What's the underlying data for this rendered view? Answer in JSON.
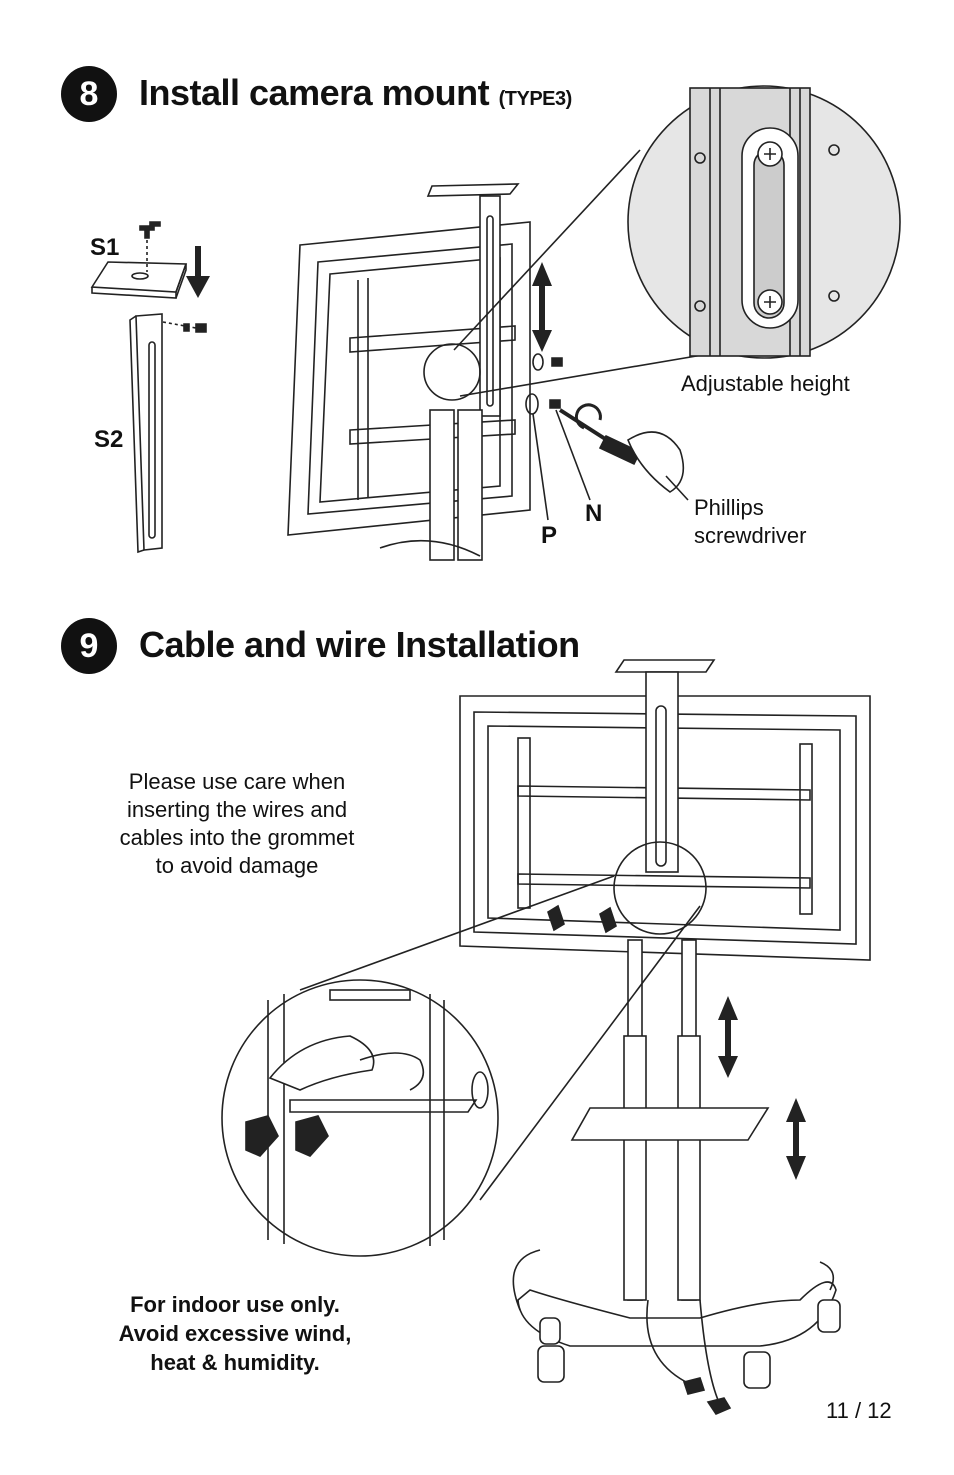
{
  "step8": {
    "number": "8",
    "title": "Install camera mount",
    "subtitle": "(TYPE3)",
    "labels": {
      "s1": "S1",
      "s2": "S2",
      "n": "N",
      "p": "P",
      "adjustable_height": "Adjustable height",
      "screwdriver": [
        "Phillips",
        "screwdriver"
      ]
    }
  },
  "step9": {
    "number": "9",
    "title": "Cable and wire Installation",
    "care_note": [
      "Please use care when",
      "inserting the wires and",
      "cables into the grommet",
      "to avoid damage"
    ],
    "warning": [
      "For indoor use only.",
      "Avoid excessive wind,",
      "heat & humidity."
    ]
  },
  "page_number": "11 / 12"
}
